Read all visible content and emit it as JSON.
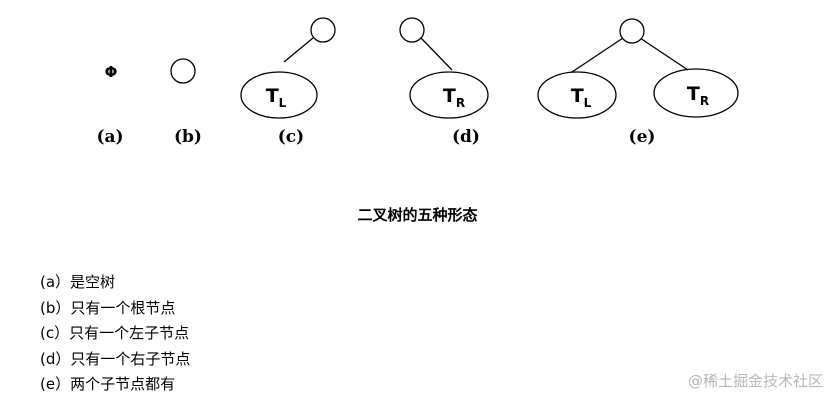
{
  "diagram": {
    "empty_symbol": "Φ",
    "subtree_left": {
      "main": "T",
      "sub": "L"
    },
    "subtree_right": {
      "main": "T",
      "sub": "R"
    },
    "labels": [
      "(a)",
      "(b)",
      "(c)",
      "(d)",
      "(e)"
    ]
  },
  "caption": "二叉树的五种形态",
  "descriptions": [
    "(a）是空树",
    "(b）只有一个根节点",
    "(c）只有一个左子节点",
    "(d）只有一个右子节点",
    "(e）两个子节点都有"
  ],
  "watermark": "@稀土掘金技术社区"
}
